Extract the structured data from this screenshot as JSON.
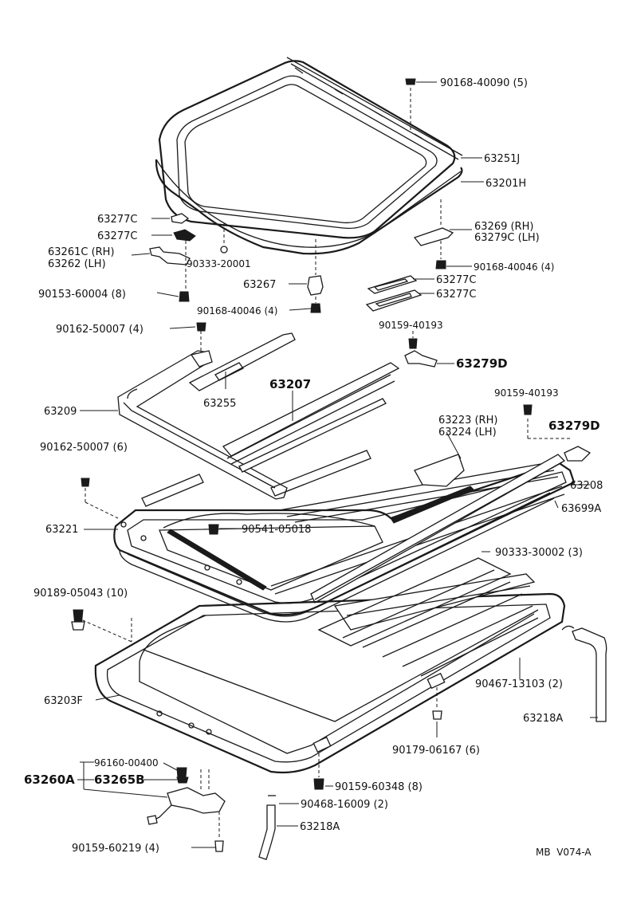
{
  "diagram_code": "MB  V074-A",
  "labels": {
    "p90168_40090": "90168-40090 (5)",
    "p63251J": "63251J",
    "p63201H": "63201H",
    "p63277C_a": "63277C",
    "p63277C_b": "63277C",
    "p63261C": "63261C (RH)",
    "p63262": "63262   (LH)",
    "p90333_20001": "90333-20001",
    "p90153_60004": "90153-60004 (8)",
    "p63267": "63267",
    "p90168_40046_a": "90168-40046 (4)",
    "p63269": "63269   (RH)",
    "p63279C": "63279C (LH)",
    "p90168_40046_b": "90168-40046 (4)",
    "p63277C_c": "63277C",
    "p63277C_d": "63277C",
    "p90162_50007_a": "90162-50007 (4)",
    "p90159_40193_a": "90159-40193",
    "p63279D_a": "63279D",
    "p63255": "63255",
    "p63207": "63207",
    "p63209": "63209",
    "p90159_40193_b": "90159-40193",
    "p63223": "63223 (RH)",
    "p63224": "63224 (LH)",
    "p63279D_b": "63279D",
    "p90162_50007_b": "90162-50007 (6)",
    "p63208": "63208",
    "p63699A": "63699A",
    "p63221": "63221",
    "p90541_05018": "90541-05018",
    "p90333_30002": "90333-30002 (3)",
    "p90189_05043": "90189-05043 (10)",
    "p90467_13103": "90467-13103 (2)",
    "p63203F": "63203F",
    "p63218A_a": "63218A",
    "p90179_06167": "90179-06167 (6)",
    "p96160_00400": "96160-00400",
    "p63260A": "63260A",
    "p63265B": "63265B",
    "p90159_60348": "90159-60348 (8)",
    "p90468_16009": "90468-16009 (2)",
    "p63218A_b": "63218A",
    "p90159_60219": "90159-60219 (4)"
  }
}
